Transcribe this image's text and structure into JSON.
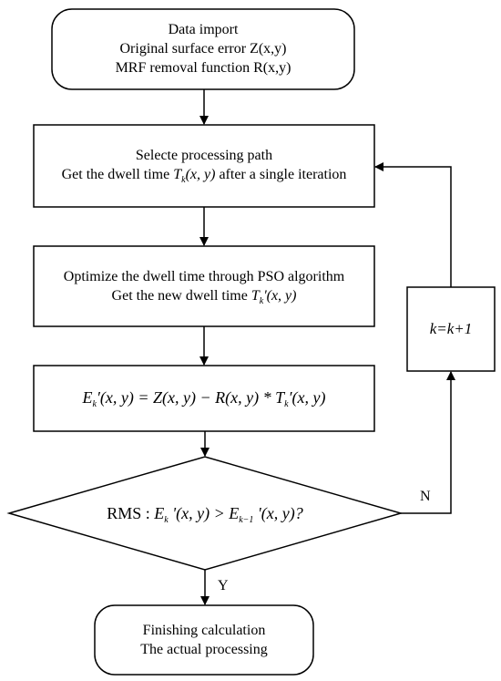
{
  "nodes": {
    "start": {
      "lines": [
        "Data import",
        "Original surface error Z(x,y)",
        "MRF removal function R(x,y)"
      ]
    },
    "select_path": {
      "line1": "Selecte processing path",
      "line2_prefix": "Get the dwell time ",
      "line2_var": "T",
      "line2_sub": "k",
      "line2_args": "(x, y)",
      "line2_suffix": " after a single iteration"
    },
    "optimize": {
      "line1": "Optimize the dwell time through PSO algorithm",
      "line2_prefix": "Get the new dwell time ",
      "line2_var": "T",
      "line2_sub": "k",
      "line2_args": "'(x, y)"
    },
    "error_formula": {
      "E": "E",
      "E_sub": "k",
      "E_tail": "′(x, y) = ",
      "Z": "Z",
      "Z_tail": "(x, y) − ",
      "R": "R",
      "R_tail": "(x, y) * ",
      "T": "T",
      "T_sub": "k",
      "T_tail": "′(x, y)"
    },
    "decision": {
      "prefix": "RMS : ",
      "E1": "E",
      "E1_sub": "k",
      "E1_tail": " '(x, y) > ",
      "E2": "E",
      "E2_sub": "k−1",
      "E2_tail": " '(x, y)?"
    },
    "increment": {
      "text": "k=k+1"
    },
    "end": {
      "lines": [
        "Finishing calculation",
        "The actual processing"
      ]
    }
  },
  "edges": {
    "no_label": "N",
    "yes_label": "Y"
  }
}
